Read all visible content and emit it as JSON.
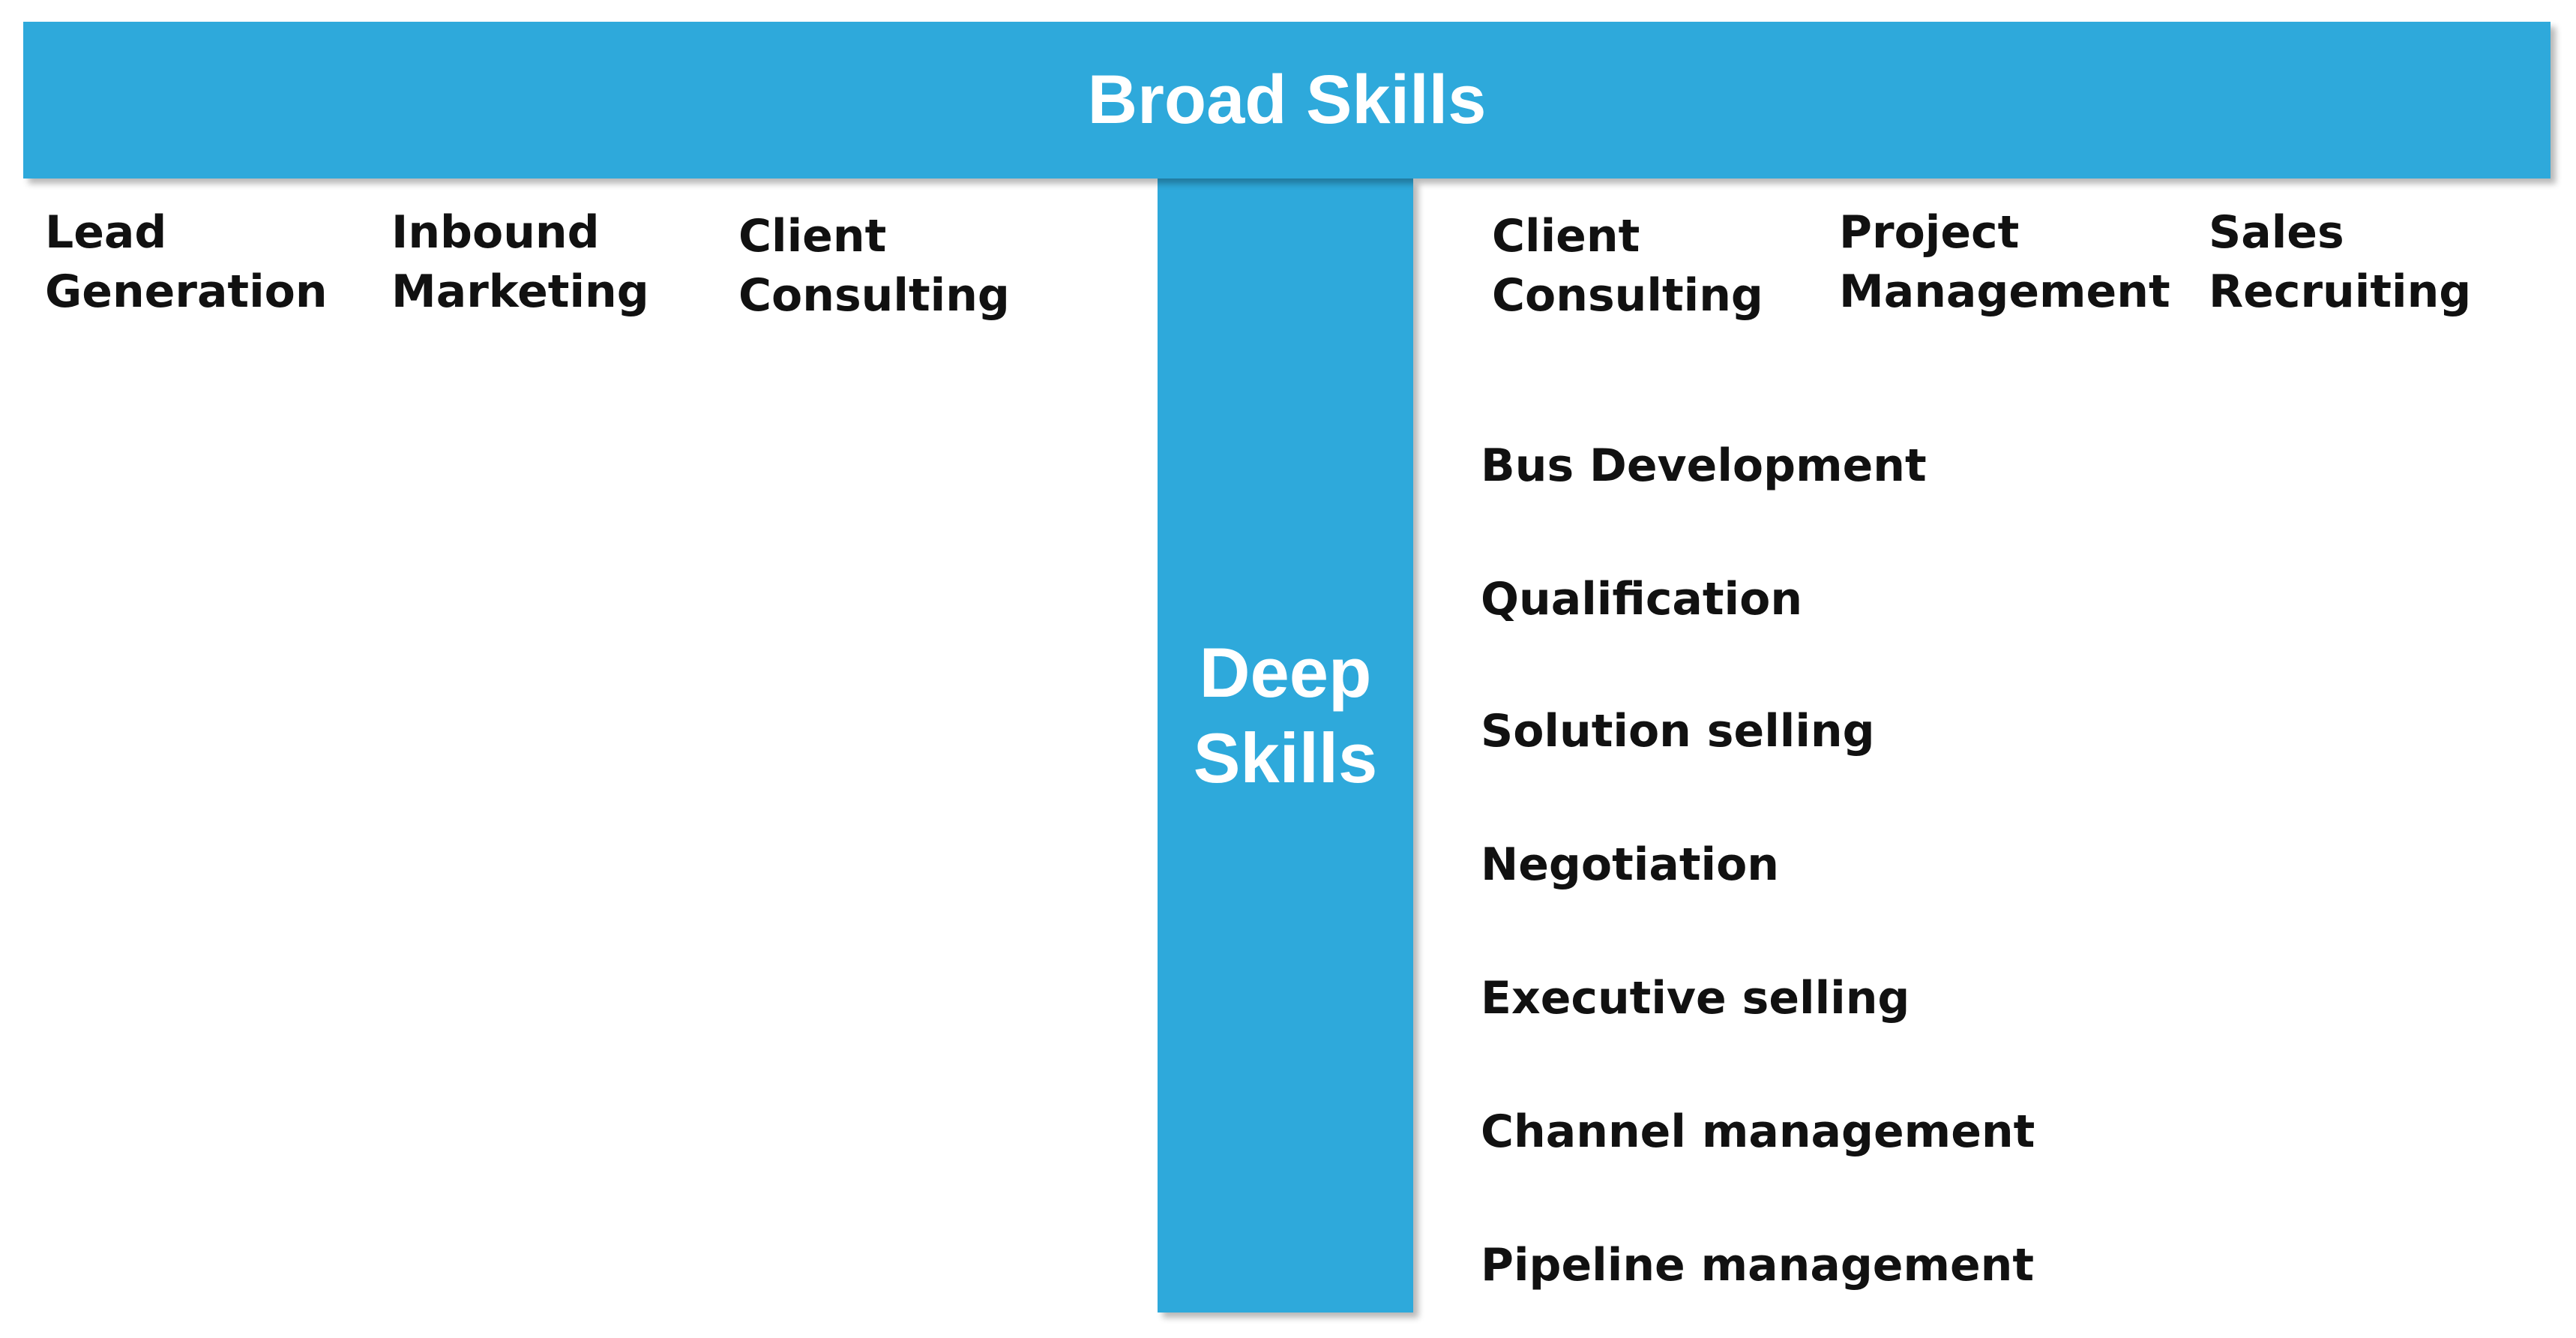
{
  "broad_skills": {
    "title": "Broad Skills",
    "left": [
      "Lead Generation",
      "Inbound Marketing",
      "Client Consulting"
    ],
    "right": [
      "Client Consulting",
      "Project Management",
      "Sales Recruiting"
    ]
  },
  "deep_skills": {
    "title_line1": "Deep",
    "title_line2": "Skills",
    "items": [
      "Bus Development",
      "Qualification",
      "Solution selling",
      "Negotiation",
      "Executive selling",
      "Channel management",
      "Pipeline management"
    ]
  },
  "colors": {
    "bar_fill": "#2EA9DB",
    "bar_text": "#ffffff",
    "label_text": "#111111"
  }
}
